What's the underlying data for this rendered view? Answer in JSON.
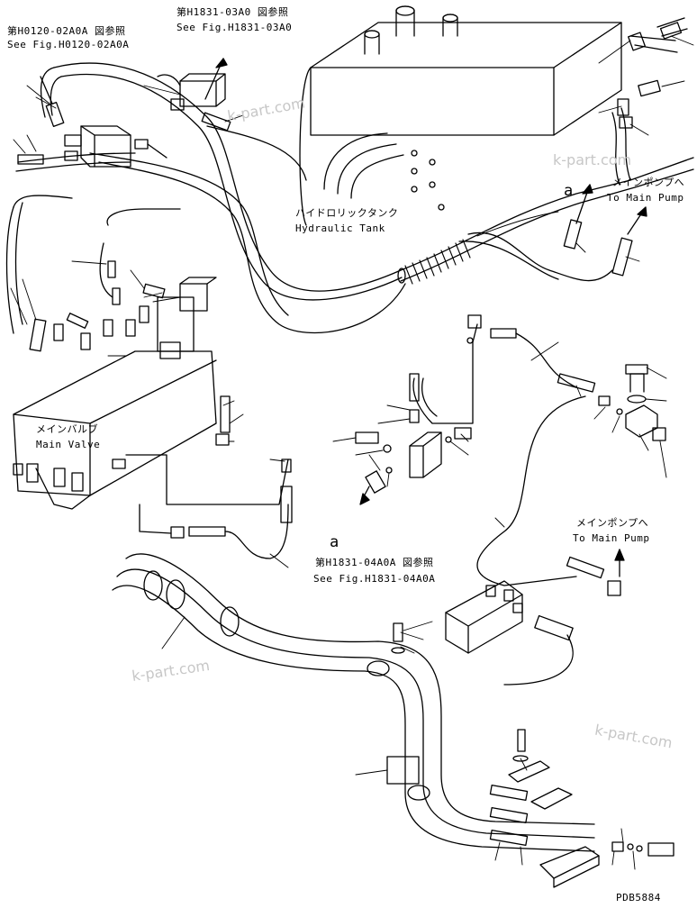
{
  "labels": {
    "ref_h0120_jp": "第H0120-02A0A 図参照",
    "ref_h0120_en": "See Fig.H0120-02A0A",
    "ref_h1831_03_jp": "第H1831-03A0 図参照",
    "ref_h1831_03_en": "See Fig.H1831-03A0",
    "tank_jp": "ハイドロリックタンク",
    "tank_en": "Hydraulic Tank",
    "main_pump_jp_1": "メインポンプへ",
    "main_pump_en_1": "To Main Pump",
    "main_valve_jp": "メインバルブ",
    "main_valve_en": "Main Valve",
    "ref_h1831_04_jp": "第H1831-04A0A 図参照",
    "ref_h1831_04_en": "See Fig.H1831-04A0A",
    "main_pump_jp_2": "メインポンプへ",
    "main_pump_en_2": "To Main Pump",
    "callout_a_1": "a",
    "callout_a_2": "a",
    "drawing_no": "PDB5884"
  },
  "watermarks": [
    "k-part.com",
    "k-part.com",
    "k-part.com",
    "k-part.com"
  ]
}
